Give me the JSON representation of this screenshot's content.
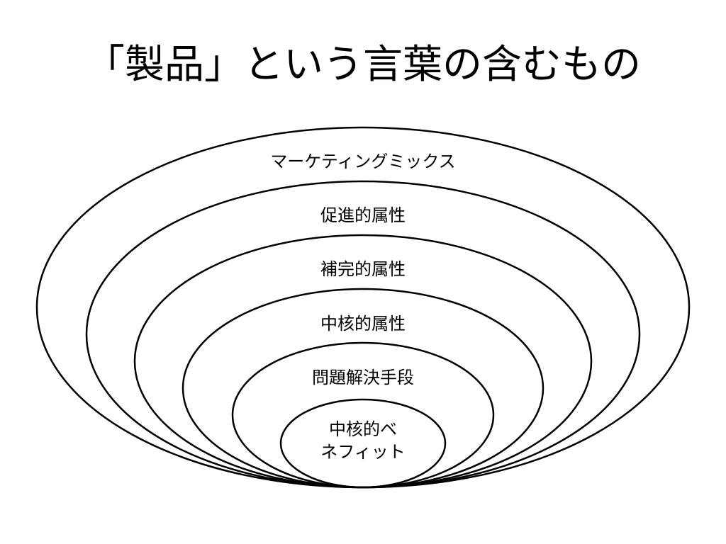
{
  "slide": {
    "title": "「製品」という言葉の含むもの"
  },
  "diagram": {
    "layers": [
      {
        "label": "マーケティングミックス"
      },
      {
        "label": "促進的属性"
      },
      {
        "label": "補完的属性"
      },
      {
        "label": "中核的属性"
      },
      {
        "label": "問題解決手段"
      },
      {
        "label_line1": "中核的ベ",
        "label_line2": "ネフィット"
      }
    ]
  }
}
